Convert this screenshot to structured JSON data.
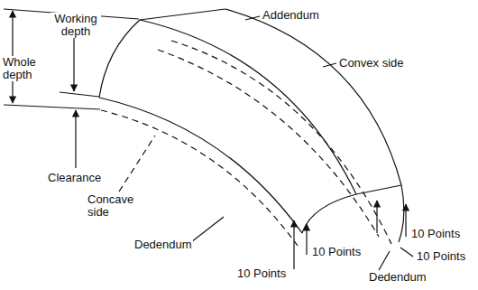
{
  "diagram": {
    "labels": [
      "Working depth",
      "Whole depth",
      "Addendum",
      "Convex side",
      "Clearance",
      "Concave side",
      "Dedendum",
      "10 Points",
      "10 Points",
      "10 Points",
      "10 Points",
      "Dedendum"
    ]
  }
}
